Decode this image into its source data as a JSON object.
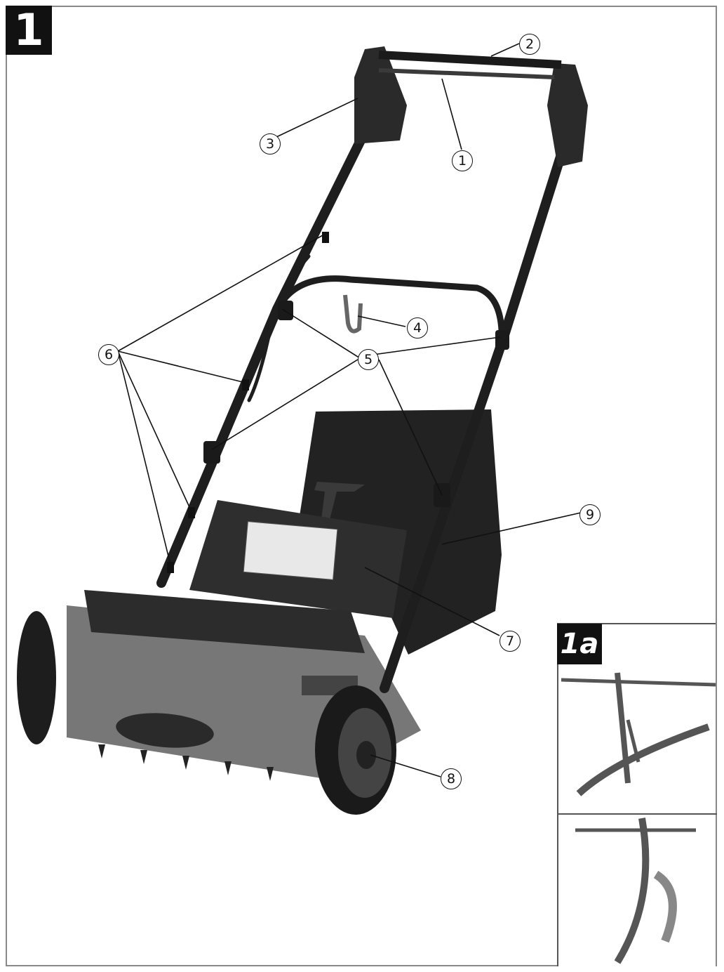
{
  "figure_main": {
    "label": "1"
  },
  "figure_inset": {
    "label": "1a"
  },
  "callouts": [
    "1",
    "2",
    "3",
    "4",
    "5",
    "6",
    "7",
    "8",
    "9"
  ],
  "colors": {
    "frame": "#888888",
    "dark": "#2b2b2b",
    "mid": "#6b6b6b",
    "light": "#a8a8a8"
  }
}
